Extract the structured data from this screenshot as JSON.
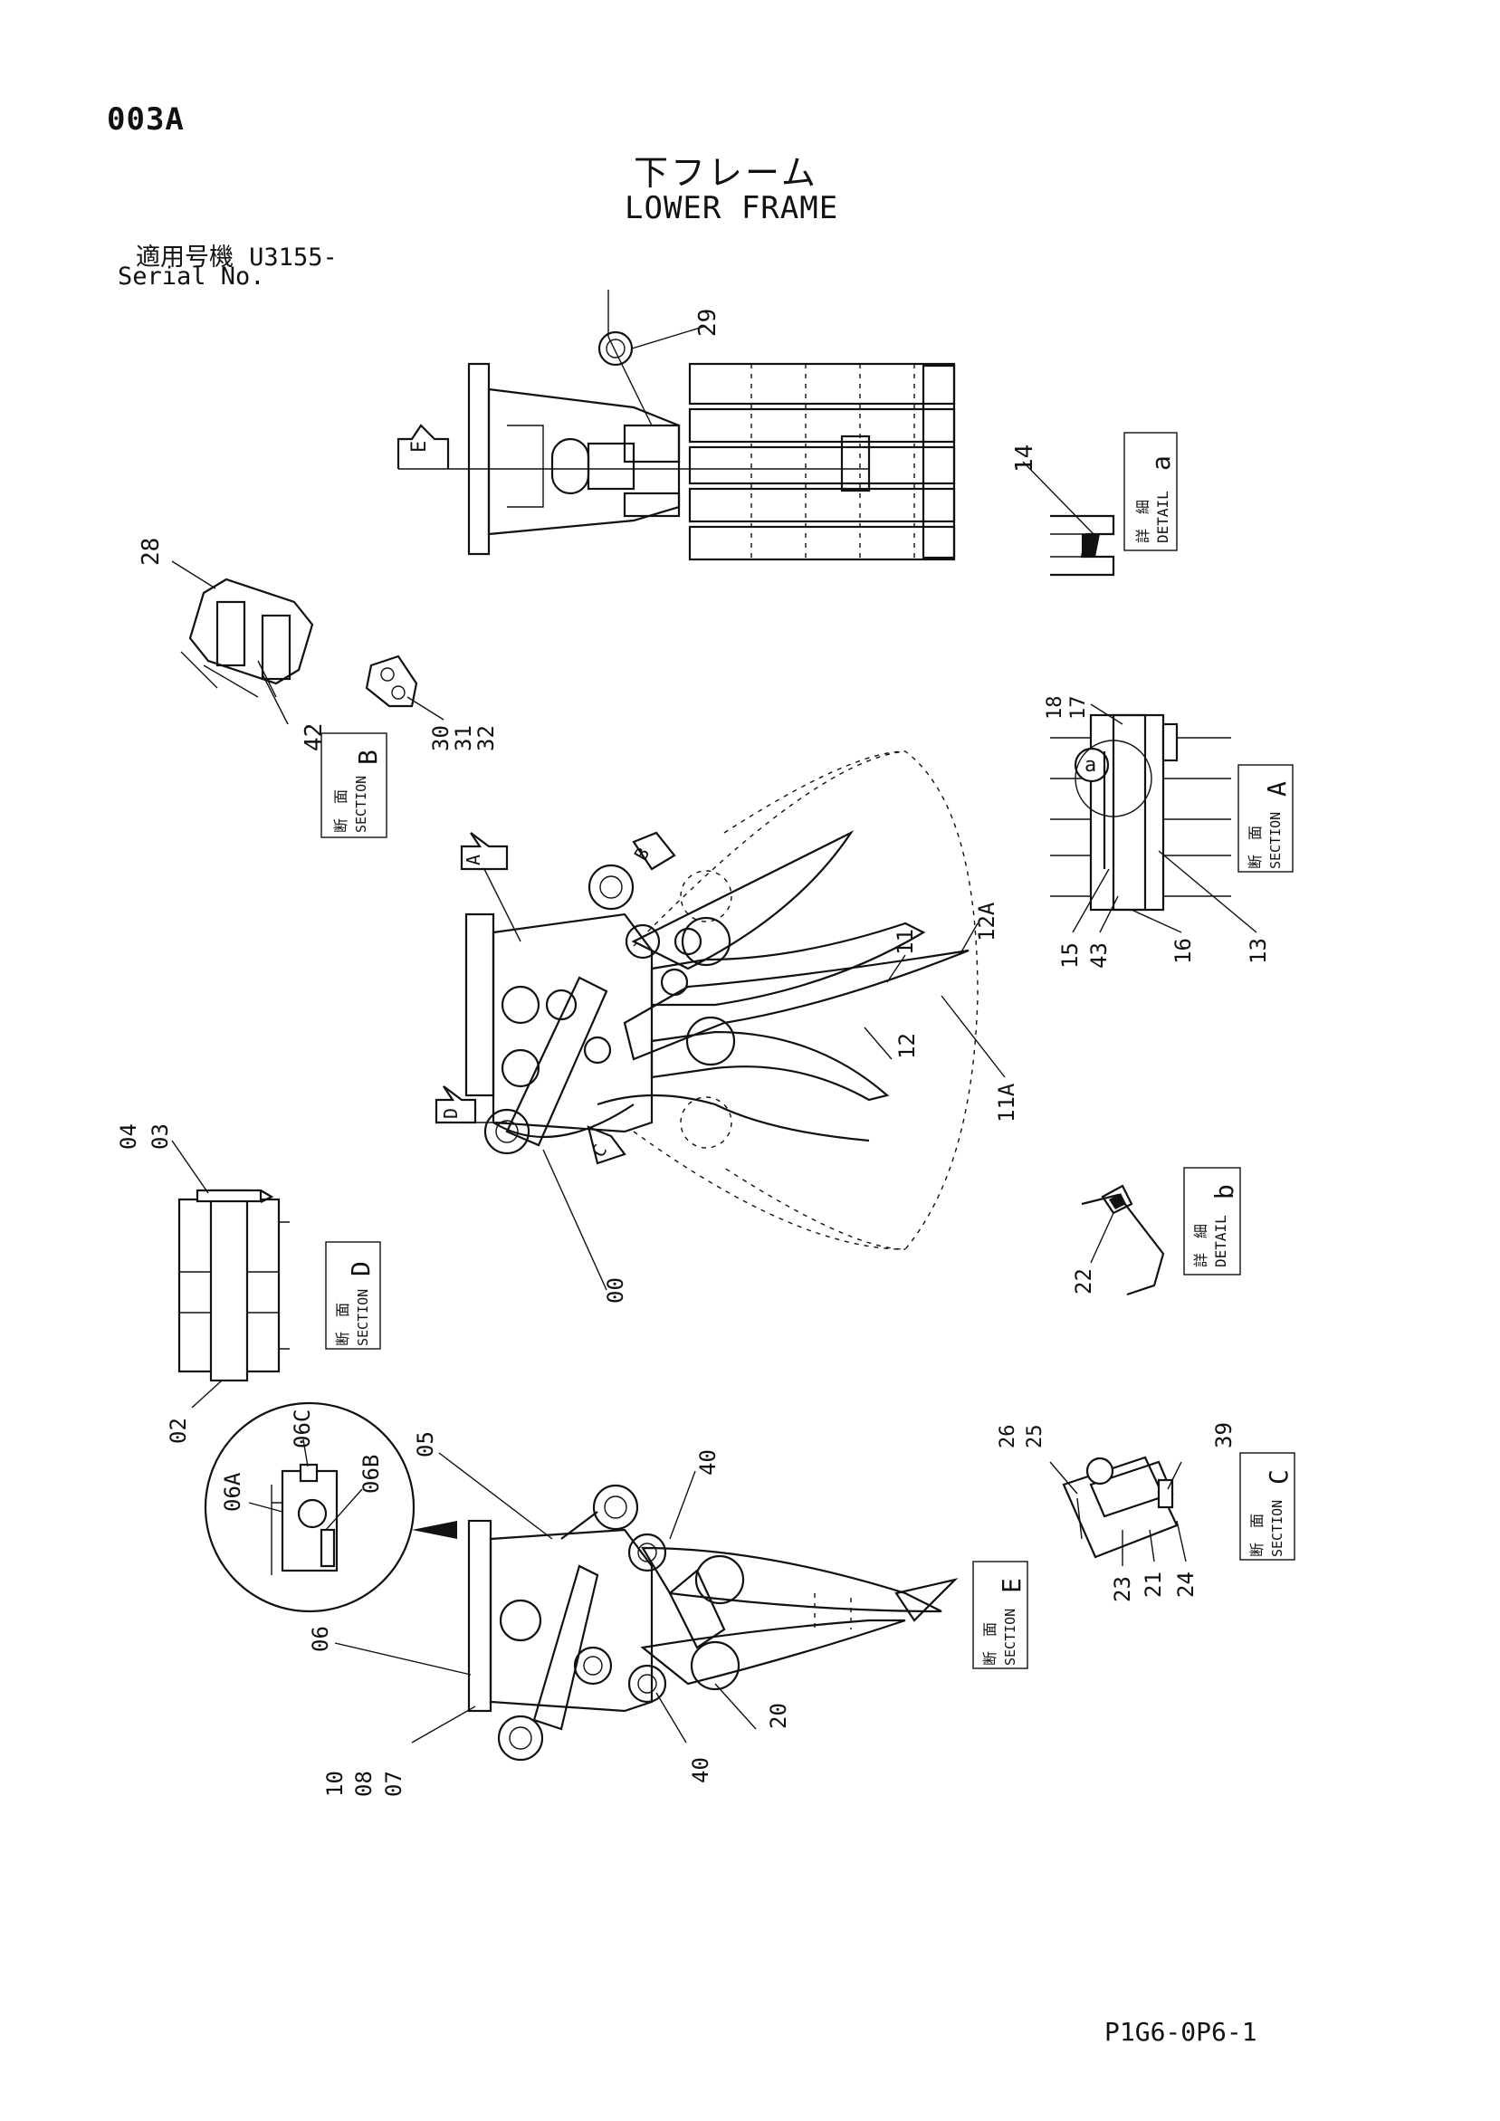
{
  "header": {
    "page_code": "003A",
    "title_jp": "下フレーム",
    "title_en": "LOWER FRAME",
    "serial_label_jp": "適用号機",
    "serial_value": "U3155-",
    "serial_label_en": "Serial No."
  },
  "footer": {
    "doc_ref": "P1G6-0P6-1"
  },
  "parts": {
    "p29": "29",
    "p14": "14",
    "p28": "28",
    "p42": "42",
    "p30": "30",
    "p31": "31",
    "p32": "32",
    "p18": "18",
    "p17": "17",
    "p15": "15",
    "p43": "43",
    "p16": "16",
    "p13": "13",
    "p12A": "12A",
    "p11": "11",
    "p12": "12",
    "p11A": "11A",
    "p04": "04",
    "p03": "03",
    "p02": "02",
    "p00": "00",
    "p22": "22",
    "p05": "05",
    "p06C": "06C",
    "p06A": "06A",
    "p06B": "06B",
    "p06": "06",
    "p40a": "40",
    "p40b": "40",
    "p20": "20",
    "p10": "10",
    "p08": "08",
    "p07": "07",
    "p26": "26",
    "p25": "25",
    "p39": "39",
    "p23": "23",
    "p21": "21",
    "p24": "24",
    "sep": "-",
    "sep_tilde": "|"
  },
  "views": {
    "A": "A",
    "B": "B",
    "C": "C",
    "D": "D",
    "E": "E",
    "detail_a": "a",
    "detail_b": "b",
    "callout_a": "a"
  },
  "labels": {
    "section_jp": "断　面",
    "section_en": "SECTION",
    "detail_jp": "詳　細",
    "detail_en": "DETAIL"
  }
}
